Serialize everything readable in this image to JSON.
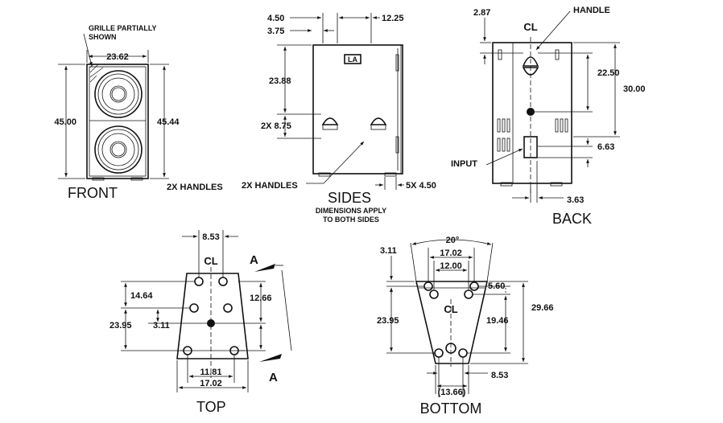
{
  "views": {
    "front": "FRONT",
    "sides": "SIDES",
    "back": "BACK",
    "top": "TOP",
    "bottom": "BOTTOM"
  },
  "front": {
    "note_line1": "GRILLE PARTIALLY",
    "note_line2": "SHOWN",
    "width": "23.62",
    "height": "45.00",
    "side_height": "45.44",
    "handles": "2X HANDLES"
  },
  "sides": {
    "d1": "4.50",
    "d2": "3.75",
    "d3": "12.25",
    "d4": "23.88",
    "d5": "2X 8.75",
    "handles": "2X HANDLES",
    "d6": "5X 4.50",
    "note_line1": "DIMENSIONS APPLY",
    "note_line2": "TO BOTH SIDES",
    "logo": "LA"
  },
  "back": {
    "d1": "2.87",
    "handle": "HANDLE",
    "centerline": "CL",
    "d2": "22.50",
    "d3": "30.00",
    "input": "INPUT",
    "d4": "6.63",
    "d5": "3.63"
  },
  "top": {
    "d1": "8.53",
    "centerline": "CL",
    "d2": "14.64",
    "d3": "12.66",
    "d4": "23.95",
    "d5": "3.11",
    "d6": "11.81",
    "d7": "17.02",
    "section": "A"
  },
  "bottom": {
    "angle": "20°",
    "d1": "3.11",
    "d2": "17.02",
    "d3": "12.00",
    "d4": "5.60",
    "d5": "29.66",
    "d6": "23.95",
    "d7": "19.46",
    "d8": "(13.66)",
    "d9": "8.53",
    "centerline": "CL"
  }
}
